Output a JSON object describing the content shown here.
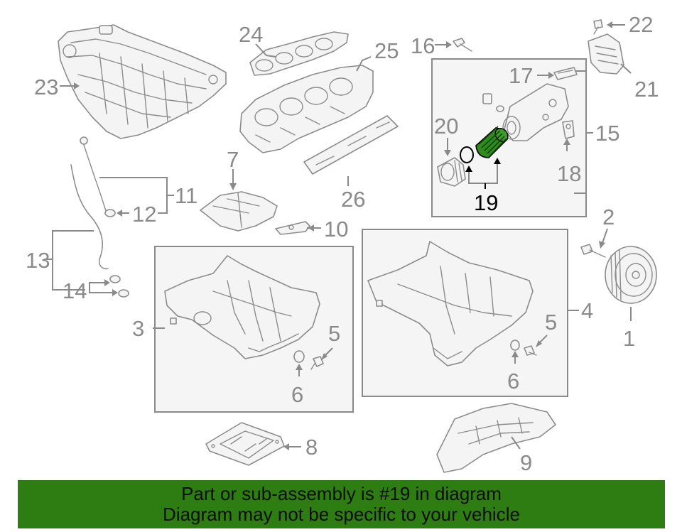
{
  "callouts": {
    "c1": "1",
    "c2": "2",
    "c3": "3",
    "c4": "4",
    "c5a": "5",
    "c5b": "5",
    "c6a": "6",
    "c6b": "6",
    "c7": "7",
    "c8": "8",
    "c9": "9",
    "c10": "10",
    "c11": "11",
    "c12": "12",
    "c13": "13",
    "c14": "14",
    "c15": "15",
    "c16": "16",
    "c17": "17",
    "c18": "18",
    "c19": "19",
    "c20": "20",
    "c21": "21",
    "c22": "22",
    "c23": "23",
    "c24": "24",
    "c25": "25",
    "c26": "26"
  },
  "banner": {
    "line1": "Part or sub-assembly is #19 in diagram",
    "line2": "Diagram may not be specific to your vehicle"
  },
  "colors": {
    "banner_bg": "#2e7d12",
    "highlight_part": "#2f8a1e",
    "line_art": "#8c8c8c",
    "group_box": "#f5f5f5"
  },
  "highlighted_part": "19"
}
